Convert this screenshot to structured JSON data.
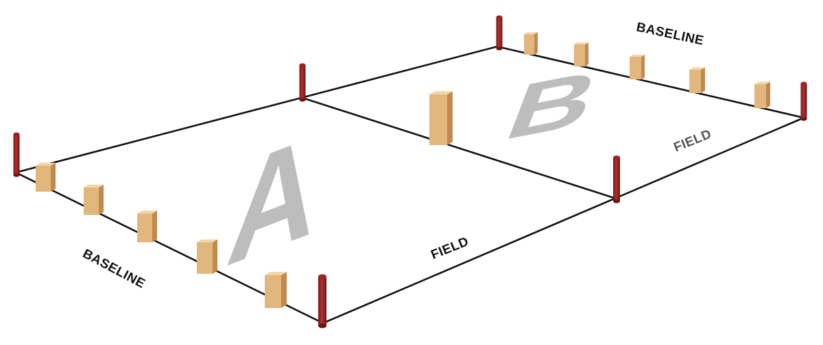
{
  "diagram": {
    "zones": [
      {
        "id": "a",
        "letter": "A"
      },
      {
        "id": "b",
        "letter": "B"
      }
    ],
    "labels": {
      "baseline_left": "BASELINE",
      "baseline_right": "BASELINE",
      "field_left": "FIELD",
      "field_right": "FIELD"
    },
    "colors": {
      "line": "#111111",
      "pole": "#9b2424",
      "pole_dark": "#6f1414",
      "block_front": "#e2b77e",
      "block_side": "#c2894d",
      "block_top": "#f2d6a6",
      "zone_letter": "#bdbdbd",
      "text": "#111111",
      "text_field_right": "#555555"
    }
  }
}
